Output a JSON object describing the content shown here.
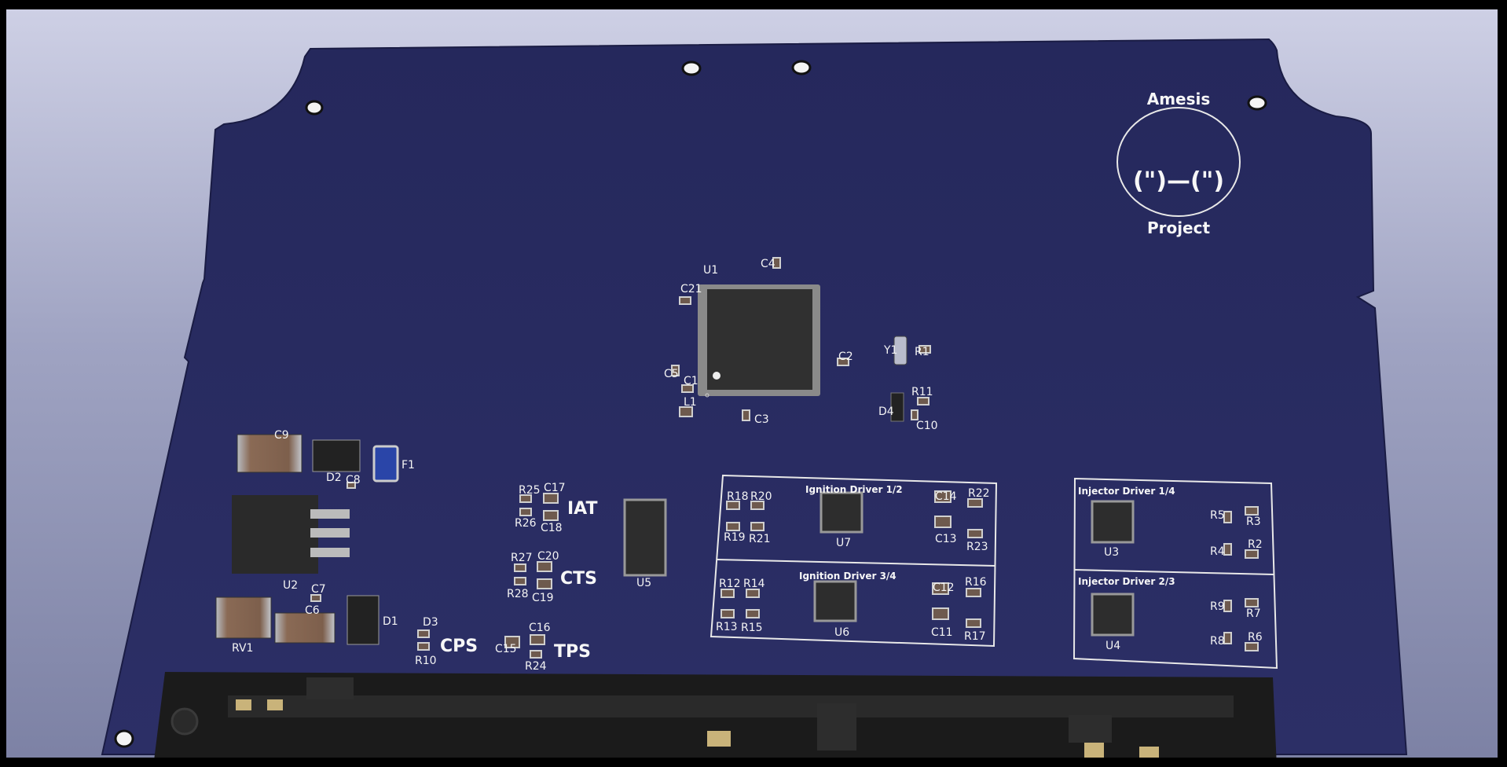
{
  "board": {
    "logo": {
      "top": "Amesis",
      "bottom": "Project",
      "face": "(\")—(\")"
    },
    "sensors": {
      "iat": "IAT",
      "cts": "CTS",
      "cps": "CPS",
      "tps": "TPS"
    },
    "groups": {
      "ign12": "Ignition Driver 1/2",
      "ign34": "Ignition Driver 3/4",
      "inj14": "Injector Driver 1/4",
      "inj23": "Injector Driver 2/3"
    },
    "refs": {
      "U1": "U1",
      "U2": "U2",
      "U3": "U3",
      "U4": "U4",
      "U5": "U5",
      "U6": "U6",
      "U7": "U7",
      "C1": "C1",
      "C2": "C2",
      "C3": "C3",
      "C4": "C4",
      "C5": "C5",
      "C6": "C6",
      "C7": "C7",
      "C8": "C8",
      "C9": "C9",
      "C10": "C10",
      "C11": "C11",
      "C12": "C12",
      "C13": "C13",
      "C14": "C14",
      "C15": "C15",
      "C16": "C16",
      "C17": "C17",
      "C18": "C18",
      "C19": "C19",
      "C20": "C20",
      "C21": "C21",
      "R1": "R1",
      "R2": "R2",
      "R3": "R3",
      "R4": "R4",
      "R5": "R5",
      "R6": "R6",
      "R7": "R7",
      "R8": "R8",
      "R9": "R9",
      "R10": "R10",
      "R11": "R11",
      "R12": "R12",
      "R13": "R13",
      "R14": "R14",
      "R15": "R15",
      "R16": "R16",
      "R17": "R17",
      "R18": "R18",
      "R19": "R19",
      "R20": "R20",
      "R21": "R21",
      "R22": "R22",
      "R23": "R23",
      "R24": "R24",
      "R25": "R25",
      "R26": "R26",
      "R27": "R27",
      "R28": "R28",
      "D1": "D1",
      "D2": "D2",
      "D3": "D3",
      "D4": "D4",
      "F1": "F1",
      "L1": "L1",
      "Y1": "Y1",
      "RV1": "RV1"
    },
    "colors": {
      "pcb": "#26295a",
      "silkscreen": "#f3f3f3",
      "chip": "#2b2b2b",
      "connector": "#1e1e1e"
    }
  }
}
